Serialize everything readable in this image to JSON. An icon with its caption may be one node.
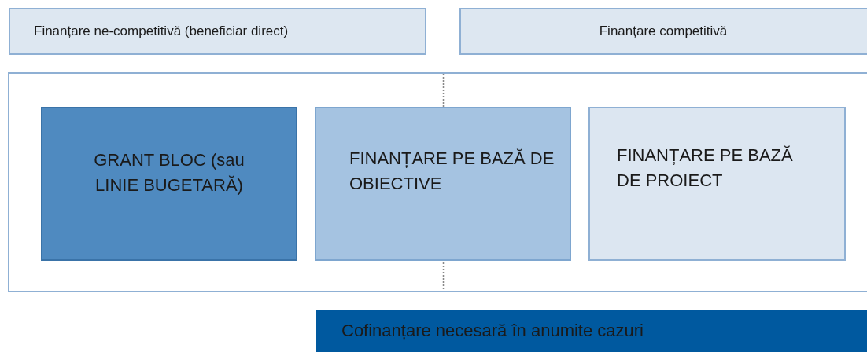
{
  "diagram": {
    "nodes": [
      {
        "text": [
          "Finanțare ne-competitivă (beneficiar direct)"
        ]
      },
      {
        "text": [
          "Finanțare competitivă"
        ]
      },
      {
        "text": [],
        "shape": "box"
      },
      {
        "text": [
          "GRANT BLOC (sau LINIE BUGETARĂ)"
        ],
        "in": 2
      },
      {
        "text": [
          "FINANȚARE PE BAZĂ DE OBIECTIVE"
        ],
        "in": 2
      },
      {
        "text": [
          "FINANȚARE PE BAZĂ DE PROIECT"
        ],
        "in": 2
      },
      {
        "text": [
          "Cofinanțare necesară în anumite cazuri"
        ]
      }
    ]
  }
}
